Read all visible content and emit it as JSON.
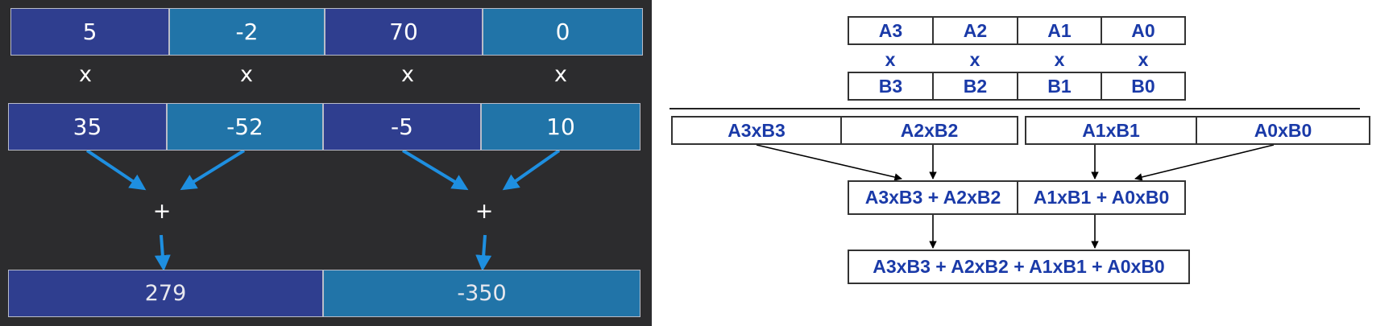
{
  "left_panel": {
    "row_a": [
      "5",
      "-2",
      "70",
      "0"
    ],
    "multiply_symbol": "x",
    "row_b": [
      "35",
      "-52",
      "-5",
      "10"
    ],
    "plus_symbol": "+",
    "results": [
      "279",
      "-350"
    ],
    "colors": {
      "background": "#2c2c2e",
      "dark_cell": "#2f3e8f",
      "light_cell": "#2174a8",
      "arrow": "#1e8fe0"
    }
  },
  "right_panel": {
    "row_a": [
      "A3",
      "A2",
      "A1",
      "A0"
    ],
    "multiply_symbol": "x",
    "row_b": [
      "B3",
      "B2",
      "B1",
      "B0"
    ],
    "products": [
      "A3xB3",
      "A2xB2",
      "A1xB1",
      "A0xB0"
    ],
    "partial_sums": [
      "A3xB3 + A2xB2",
      "A1xB1 + A0xB0"
    ],
    "final_sum": "A3xB3 + A2xB2 + A1xB1 + A0xB0",
    "colors": {
      "text": "#1a3aa8",
      "border": "#333333"
    }
  }
}
